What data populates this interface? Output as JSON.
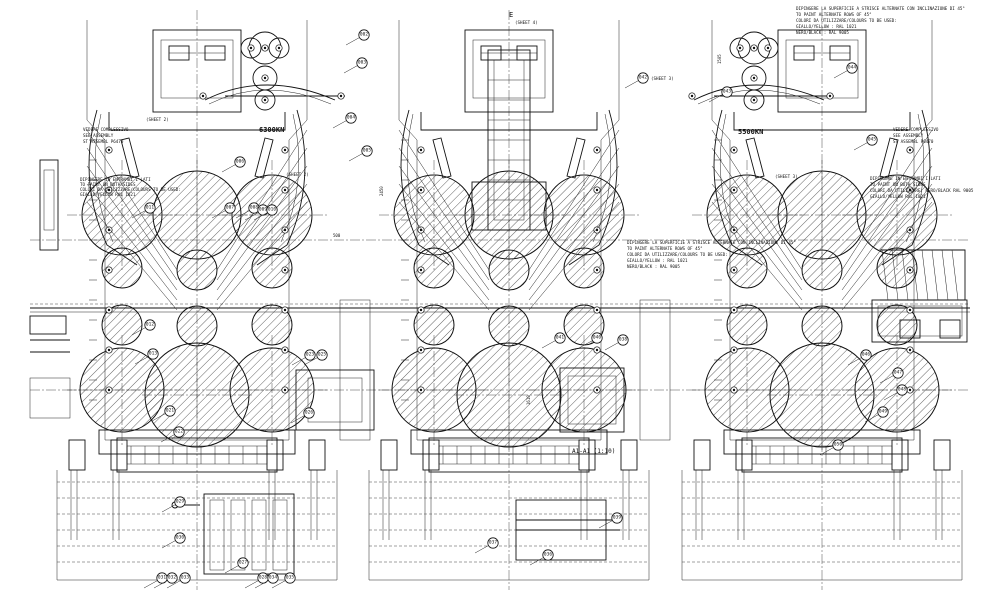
{
  "drawing": {
    "sheet_marker_top": "E",
    "view_label": "A1-A1 (1:10)",
    "sheet_refs": [
      "(SHEET 2)",
      "(SHEET 2)",
      "(SHEET 3)",
      "(SHEET 3)",
      "(SHEET 4)"
    ],
    "force_labels": [
      "6300KN",
      "5500KN"
    ],
    "dimensions": [
      "2450",
      "500",
      "1610",
      "1505"
    ],
    "notes": {
      "top_right": [
        "DIPINGERE LA SUPERFICIE A STRISCE ALTERNATE CON INCLINAZIONE DI 45°",
        "TO PAINT ALTERNATE ROWS OF 45°",
        "COLORI DA UTILIZZARE/COLOURS TO BE USED:",
        "GIALLO/YELLOW : RAL 1021",
        "NERO/BLACK : RAL 9005"
      ],
      "middle": [
        "DIPINGERE LA SUPERFICIE A STRISCE ALTERNATE CON INCLINAZIONE DI 45°",
        "TO PAINT ALTERNATE ROWS OF 45°",
        "COLORI DA UTILIZZARE/COLOURS TO BE USED:",
        "GIALLO/YELLOW : RAL 1021",
        "NERO/BLACK : RAL 9005"
      ],
      "right_side": [
        "DIPINGERE IN ENTRAMBI I LATI",
        "TO PAINT ON BOTH SIDES",
        "COLORI DA UTILIZZARE: NERO/BLACK RAL 9005",
        "GIALLO/YELLOW RAL 1021"
      ],
      "left_side": [
        "DIPINGERE IN ENTRAMBI I LATI",
        "TO PAINT ON BOTH SIDES",
        "COLORI DA UTILIZZARE/COLOURS TO BE USED:",
        "GIALLO/YELLOW RAL 1021"
      ],
      "assembly_left": [
        "VEDERE COMPLESSIVO",
        "SEE ASSEMBLY",
        "ST ASSEMBL P6470"
      ],
      "assembly_right": [
        "VEDERE COMPLESSIVO",
        "SEE ASSEMBLY",
        "ST ASSEMBL P6470"
      ]
    },
    "balloons": [
      "002",
      "003",
      "004",
      "005",
      "006",
      "007",
      "008",
      "009",
      "010",
      "011",
      "012",
      "013",
      "021",
      "022",
      "023",
      "025",
      "026",
      "027",
      "028",
      "029",
      "030",
      "031",
      "032",
      "033",
      "034",
      "035",
      "036",
      "037",
      "038",
      "039",
      "040",
      "041",
      "042",
      "043",
      "044",
      "045",
      "046",
      "047",
      "048",
      "049",
      "050"
    ]
  }
}
